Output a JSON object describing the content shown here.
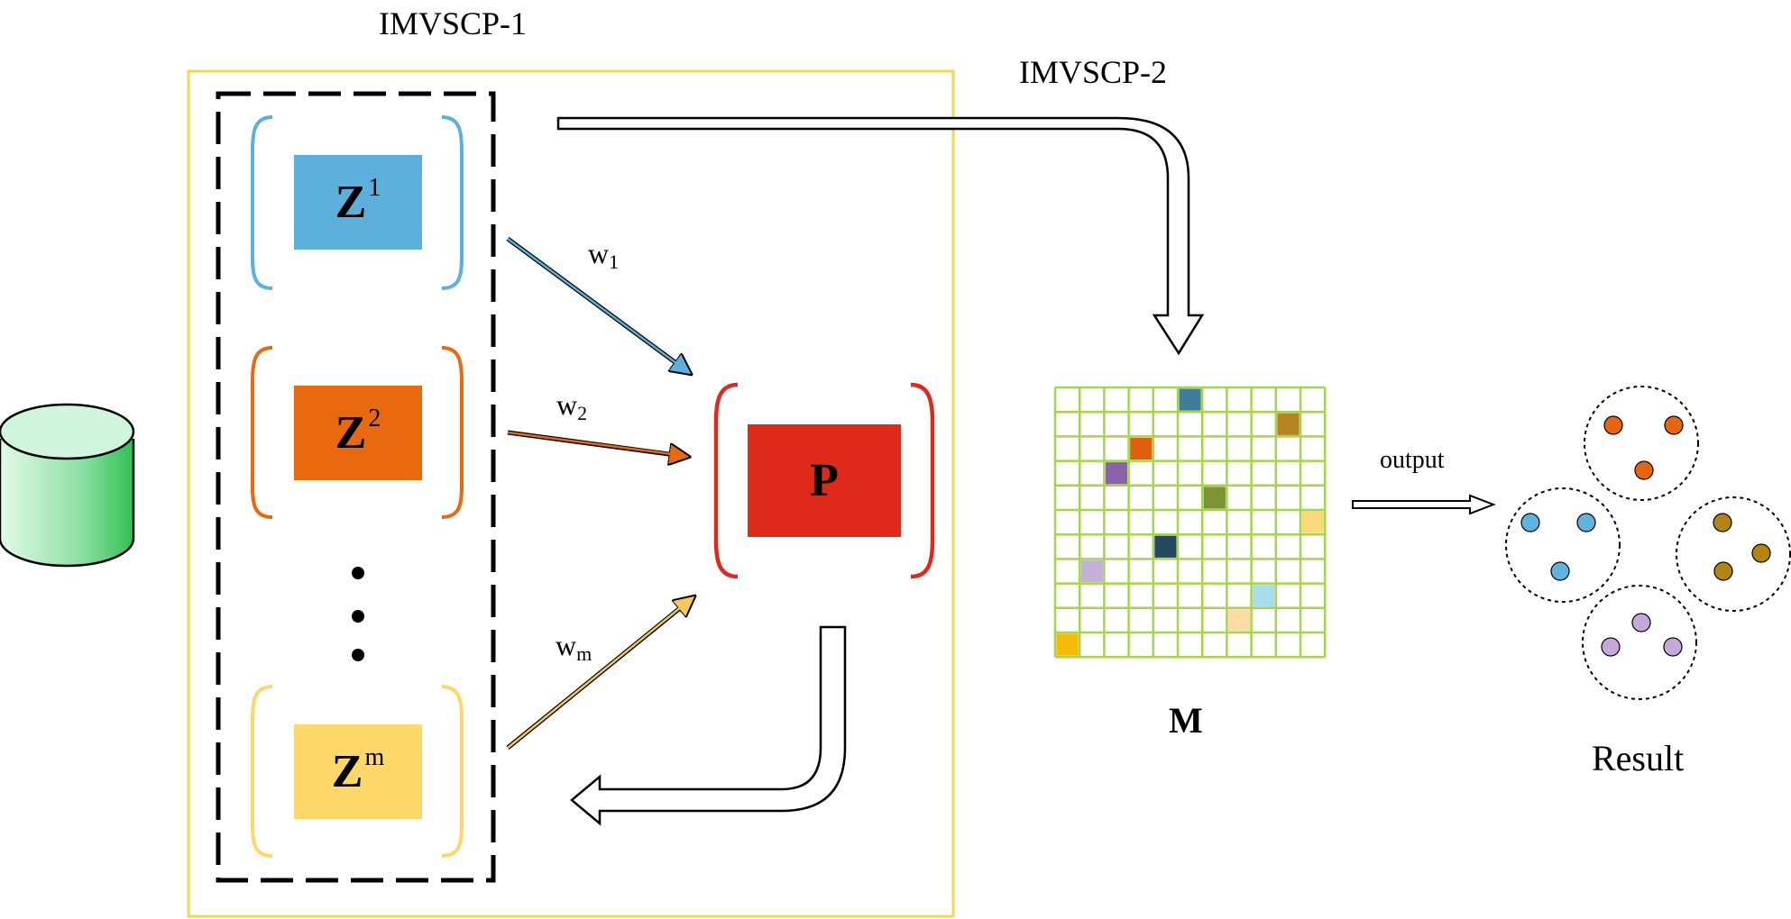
{
  "labels": {
    "stage1": "IMVSCP-1",
    "stage2": "IMVSCP-2",
    "matrix": "M",
    "result": "Result",
    "output": "output"
  },
  "views": [
    {
      "letter": "Z",
      "sup": "1",
      "color": "#5eb0dc",
      "weight_base": "w",
      "weight_sub": "1"
    },
    {
      "letter": "Z",
      "sup": "2",
      "color": "#e8690e",
      "weight_base": "w",
      "weight_sub": "2"
    },
    {
      "letter": "Z",
      "sup": "m",
      "color": "#fdd868",
      "weight_base": "w",
      "weight_sub": "m"
    }
  ],
  "consensus": {
    "letter": "P",
    "color": "#dd2a1a"
  },
  "colors": {
    "yellow_frame": "#f0d94a",
    "grid_line": "#a6d647",
    "database_top": "#cff5dc",
    "database_side": "#3cc45a"
  },
  "matrix_cells": [
    {
      "row": 0,
      "col": 5,
      "color": "#3f7e9a"
    },
    {
      "row": 1,
      "col": 9,
      "color": "#b5841e"
    },
    {
      "row": 2,
      "col": 3,
      "color": "#e06010"
    },
    {
      "row": 3,
      "col": 2,
      "color": "#8a62a8"
    },
    {
      "row": 4,
      "col": 6,
      "color": "#7e9434"
    },
    {
      "row": 5,
      "col": 10,
      "color": "#fad87c"
    },
    {
      "row": 6,
      "col": 4,
      "color": "#254a60"
    },
    {
      "row": 7,
      "col": 1,
      "color": "#c5b0d9"
    },
    {
      "row": 8,
      "col": 8,
      "color": "#abdced"
    },
    {
      "row": 9,
      "col": 7,
      "color": "#fbdca3"
    },
    {
      "row": 10,
      "col": 0,
      "color": "#f8ba08"
    }
  ],
  "clusters": [
    {
      "name": "orange",
      "color": "#e8650f"
    },
    {
      "name": "blue",
      "color": "#5fb4de"
    },
    {
      "name": "brown",
      "color": "#b58410"
    },
    {
      "name": "purple",
      "color": "#c6a9d8"
    }
  ]
}
